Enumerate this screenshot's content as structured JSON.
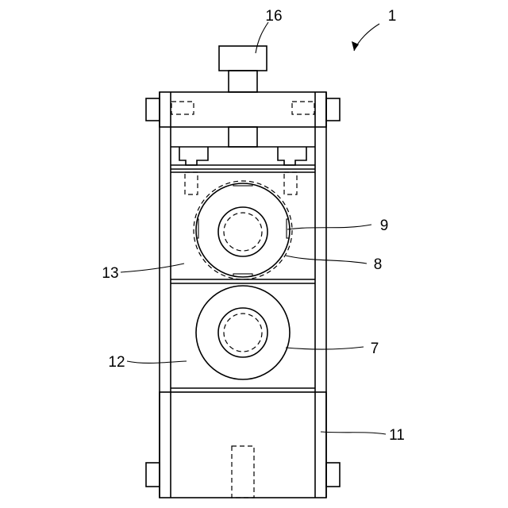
{
  "labels": {
    "ref_1": "1",
    "ref_16": "16",
    "ref_9": "9",
    "ref_8": "8",
    "ref_13": "13",
    "ref_12": "12",
    "ref_7": "7",
    "ref_11": "11"
  }
}
